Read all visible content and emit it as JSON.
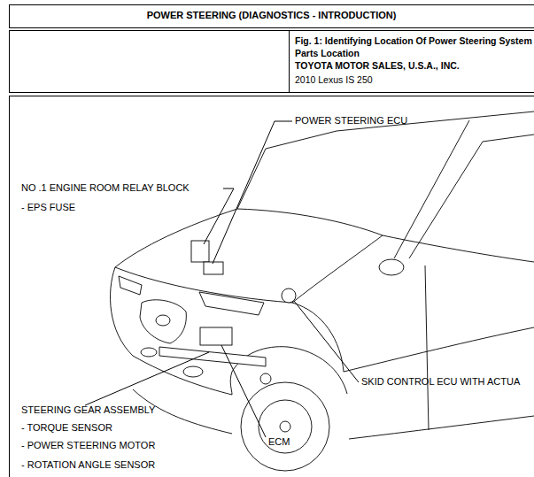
{
  "diagram": {
    "title": "POWER STEERING (DIAGNOSTICS - INTRODUCTION)",
    "caption": "Fig. 1: Identifying Location Of Power Steering System Parts Location",
    "labels": [
      "TOYOTA MOTOR SALES, U.S.A., INC.",
      "2010 Lexus IS 250",
      "POWER STEERING ECU",
      "NO .1 ENGINE ROOM RELAY BLOCK",
      "- EPS FUSE",
      "SKID CONTROL ECU WITH ACTUA",
      "STEERING GEAR ASSEMBLY",
      "- TORQUE SENSOR",
      "- POWER STEERING MOTOR",
      "- ROTATION ANGLE SENSOR",
      "ECM"
    ]
  }
}
